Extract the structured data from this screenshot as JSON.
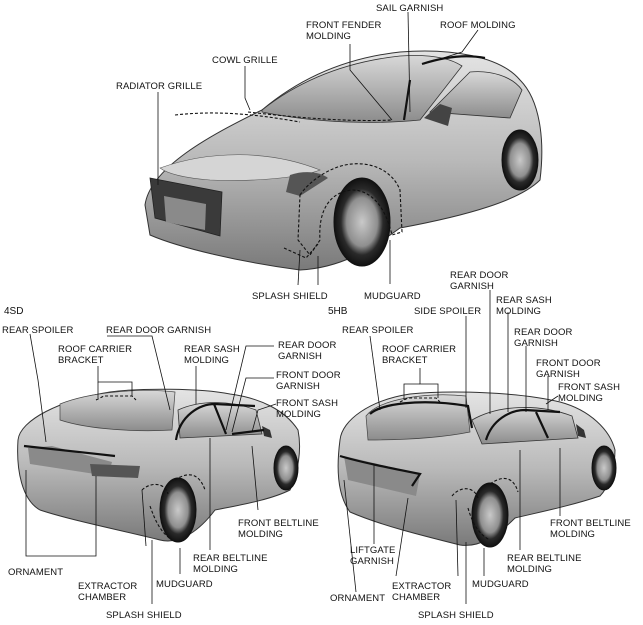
{
  "sections": {
    "sedan": "4SD",
    "hatchback": "5HB"
  },
  "top_labels": [
    {
      "id": "sail-garnish",
      "text": "SAIL GARNISH"
    },
    {
      "id": "front-fender-molding",
      "text": "FRONT FENDER\nMOLDING"
    },
    {
      "id": "roof-molding",
      "text": "ROOF MOLDING"
    },
    {
      "id": "cowl-grille",
      "text": "COWL GRILLE"
    },
    {
      "id": "radiator-grille",
      "text": "RADIATOR GRILLE"
    },
    {
      "id": "splash-shield",
      "text": "SPLASH SHIELD"
    },
    {
      "id": "mudguard",
      "text": "MUDGUARD"
    }
  ],
  "sedan_labels": [
    {
      "id": "rear-spoiler",
      "text": "REAR SPOILER"
    },
    {
      "id": "rear-door-garnish-top",
      "text": "REAR DOOR GARNISH"
    },
    {
      "id": "roof-carrier-bracket",
      "text": "ROOF CARRIER\nBRACKET"
    },
    {
      "id": "rear-sash-molding",
      "text": "REAR SASH\nMOLDING"
    },
    {
      "id": "rear-door-garnish",
      "text": "REAR DOOR\nGARNISH"
    },
    {
      "id": "front-door-garnish",
      "text": "FRONT DOOR\nGARNISH"
    },
    {
      "id": "front-sash-molding",
      "text": "FRONT SASH\nMOLDING"
    },
    {
      "id": "front-beltline-molding",
      "text": "FRONT BELTLINE\nMOLDING"
    },
    {
      "id": "rear-beltline-molding",
      "text": "REAR BELTLINE\nMOLDING"
    },
    {
      "id": "ornament",
      "text": "ORNAMENT"
    },
    {
      "id": "extractor-chamber",
      "text": "EXTRACTOR\nCHAMBER"
    },
    {
      "id": "mudguard",
      "text": "MUDGUARD"
    },
    {
      "id": "splash-shield",
      "text": "SPLASH SHIELD"
    }
  ],
  "hatch_labels": [
    {
      "id": "rear-door-garnish-top",
      "text": "REAR DOOR\nGARNISH"
    },
    {
      "id": "side-spoiler",
      "text": "SIDE SPOILER"
    },
    {
      "id": "rear-sash-molding",
      "text": "REAR SASH\nMOLDING"
    },
    {
      "id": "rear-spoiler",
      "text": "REAR SPOILER"
    },
    {
      "id": "roof-carrier-bracket",
      "text": "ROOF CARRIER\nBRACKET"
    },
    {
      "id": "rear-door-garnish",
      "text": "REAR DOOR\nGARNISH"
    },
    {
      "id": "front-door-garnish",
      "text": "FRONT DOOR\nGARNISH"
    },
    {
      "id": "front-sash-molding",
      "text": "FRONT SASH\nMOLDING"
    },
    {
      "id": "front-beltline-molding",
      "text": "FRONT BELTLINE\nMOLDING"
    },
    {
      "id": "liftgate-garnish",
      "text": "LIFTGATE\nGARNISH"
    },
    {
      "id": "rear-beltline-molding",
      "text": "REAR BELTLINE\nMOLDING"
    },
    {
      "id": "ornament",
      "text": "ORNAMENT"
    },
    {
      "id": "extractor-chamber",
      "text": "EXTRACTOR\nCHAMBER"
    },
    {
      "id": "mudguard",
      "text": "MUDGUARD"
    },
    {
      "id": "splash-shield",
      "text": "SPLASH SHIELD"
    }
  ]
}
